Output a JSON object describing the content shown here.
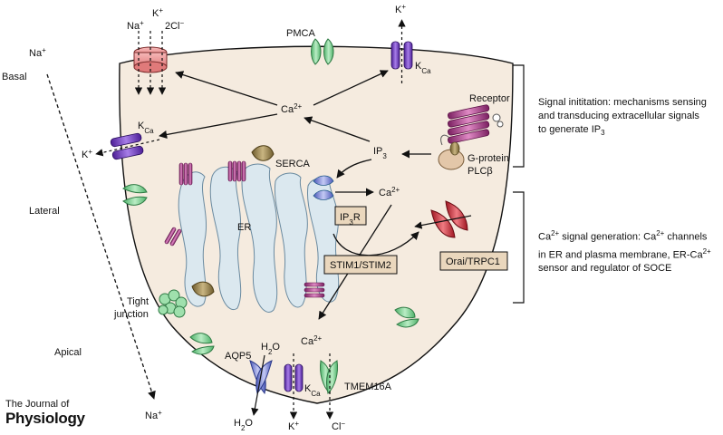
{
  "labels": {
    "basal": "Basal",
    "lateral": "Lateral",
    "apical": "Apical",
    "na_left": "Na",
    "na_left_charge": "+",
    "na_bottom": "Na",
    "na_bottom_charge": "+",
    "k_top": "K",
    "k_top_charge": "+",
    "nkcc_na": "Na",
    "nkcc_na_charge": "+",
    "nkcc_k": "K",
    "nkcc_k_charge": "+",
    "nkcc_cl": "2Cl",
    "nkcc_cl_charge": "−",
    "pmca": "PMCA",
    "kca_top": "K",
    "kca_top_sub": "Ca",
    "kca_left": "K",
    "kca_left_sub": "Ca",
    "k_left": "K",
    "k_left_charge": "+",
    "ca_center": "Ca",
    "ca_center_charge": "2+",
    "ca_er": "Ca",
    "ca_er_charge": "2+",
    "ca_bottom": "Ca",
    "ca_bottom_charge": "2+",
    "ip3": "IP",
    "ip3_sub": "3",
    "receptor": "Receptor",
    "g_protein": "G-protein",
    "plcb": "PLCβ",
    "serca": "SERCA",
    "er": "ER",
    "ip3r": "IP",
    "ip3r_sub": "3",
    "ip3r_end": "R",
    "stim": "STIM1/STIM2",
    "orai": "Orai/TRPC1",
    "tight_junction_1": "Tight",
    "tight_junction_2": "junction",
    "aqp5": "AQP5",
    "h2o_top": "H",
    "h2o_top_sub": "2",
    "h2o_top_end": "O",
    "h2o_bottom": "H",
    "h2o_bottom_sub": "2",
    "h2o_bottom_end": "O",
    "kca_bottom": "K",
    "kca_bottom_sub": "Ca",
    "k_bottom": "K",
    "k_bottom_charge": "+",
    "tmem": "TMEM16A",
    "cl_bottom": "Cl",
    "cl_bottom_charge": "−"
  },
  "notes": {
    "initiation_1": "Signal inititation: mechanisms sensing",
    "initiation_2": "and transducing extracellular signals",
    "initiation_3": "to generate IP",
    "initiation_3_sub": "3",
    "generation_1a": "Ca",
    "generation_1a_sup": "2+",
    "generation_1b": " signal generation: Ca",
    "generation_1b_sup": "2+",
    "generation_1c": " channels",
    "generation_2a": "in ER and plasma membrane, ER-Ca",
    "generation_2a_sup": "2+",
    "generation_3": "sensor and regulator of SOCE"
  },
  "journal": {
    "line1": "The Journal of",
    "line2": "Physiology"
  },
  "colors": {
    "cell_fill": "#f5ebdf",
    "er_fill": "#dbe8ef",
    "box_fill": "#ead7bd",
    "pmca_green": "#7ccf8e",
    "kca_purple": "#7b43c6",
    "receptor_magenta": "#b23a8e",
    "orai_red": "#d6303a",
    "serca_olive": "#9c8650",
    "ip3r_blue": "#4a9fd6",
    "aqp_blue": "#7b86d6"
  }
}
